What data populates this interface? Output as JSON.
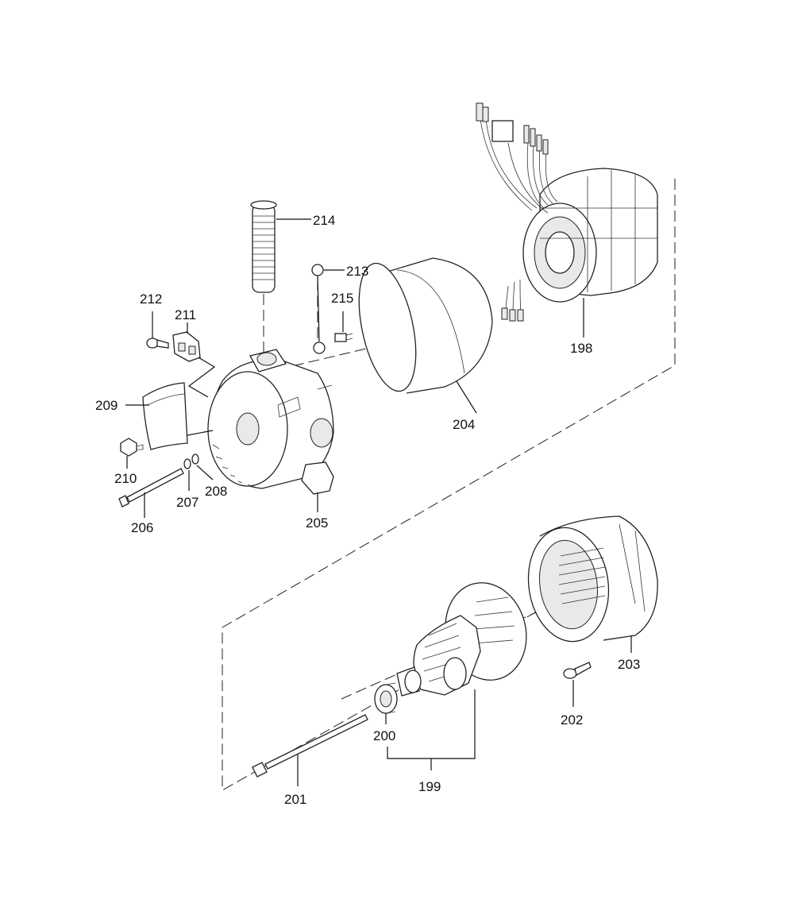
{
  "diagram": {
    "labels": [
      {
        "id": "198",
        "text": "198"
      },
      {
        "id": "199",
        "text": "199"
      },
      {
        "id": "200",
        "text": "200"
      },
      {
        "id": "201",
        "text": "201"
      },
      {
        "id": "202",
        "text": "202"
      },
      {
        "id": "203",
        "text": "203"
      },
      {
        "id": "204",
        "text": "204"
      },
      {
        "id": "205",
        "text": "205"
      },
      {
        "id": "206",
        "text": "206"
      },
      {
        "id": "207",
        "text": "207"
      },
      {
        "id": "208",
        "text": "208"
      },
      {
        "id": "209",
        "text": "209"
      },
      {
        "id": "210",
        "text": "210"
      },
      {
        "id": "211",
        "text": "211"
      },
      {
        "id": "212",
        "text": "212"
      },
      {
        "id": "213",
        "text": "213"
      },
      {
        "id": "214",
        "text": "214"
      },
      {
        "id": "215",
        "text": "215"
      }
    ]
  }
}
